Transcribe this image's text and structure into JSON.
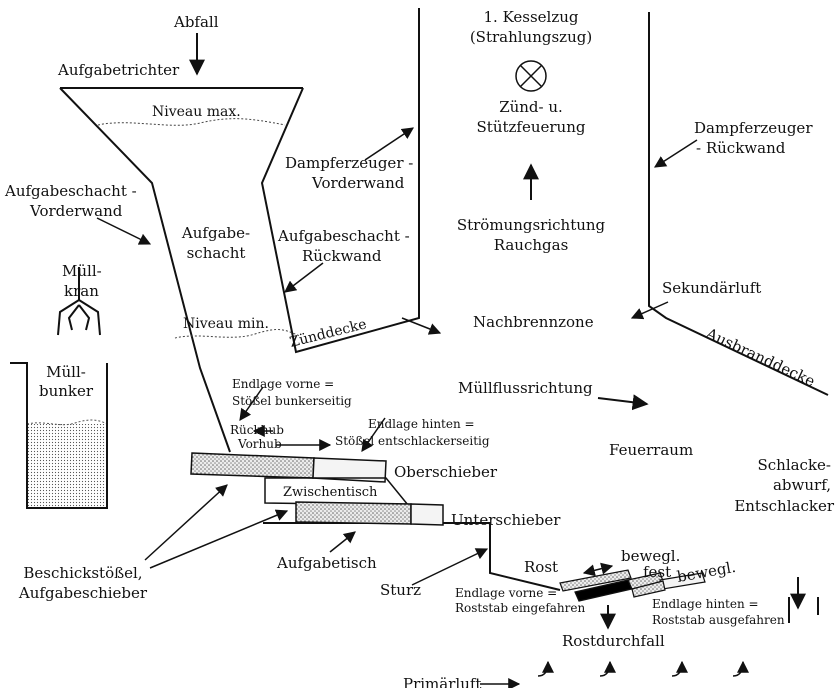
{
  "labels": {
    "abfall": "Abfall",
    "aufgabetrichter": "Aufgabetrichter",
    "niveau_max": "Niveau max.",
    "niveau_min": "Niveau min.",
    "kesselzug_1": "1. Kesselzug",
    "kesselzug_2": "(Strahlungszug)",
    "zuend_1": "Zünd- u.",
    "zuend_2": "Stützfeuerung",
    "dampf_rueck_1": "Dampferzeuger",
    "dampf_rueck_2": "- Rückwand",
    "dampf_vorder_1": "Dampferzeuger -",
    "dampf_vorder_2": "Vorderwand",
    "aufgabeschacht_vorder_1": "Aufgabeschacht -",
    "aufgabeschacht_vorder_2": "Vorderwand",
    "aufgabeschacht_1": "Aufgabe-",
    "aufgabeschacht_2": "schacht",
    "aufgabeschacht_rueck_1": "Aufgabeschacht -",
    "aufgabeschacht_rueck_2": "Rückwand",
    "stroemung_1": "Strömungsrichtung",
    "stroemung_2": "Rauchgas",
    "muellkran_1": "Müll-",
    "muellkran_2": "kran",
    "sekundaerluft": "Sekundärluft",
    "nachbrennzone": "Nachbrennzone",
    "zuenddecke": "Zünddecke",
    "ausbranddecke": "Ausbranddecke",
    "muellbunker_1": "Müll-",
    "muellbunker_2": "bunker",
    "endlage_vorne_1": "Endlage vorne =",
    "endlage_vorne_2": "Stößel bunkerseitig",
    "muellfluss": "Müllflussrichtung",
    "rueckhub": "Rückhub",
    "vorhub": "Vorhub",
    "endlage_hinten_1": "Endlage hinten =",
    "endlage_hinten_2": "Stößel entschlackerseitig",
    "feuerraum": "Feuerraum",
    "oberschieber": "Oberschieber",
    "zwischentisch": "Zwischentisch",
    "unterschieber": "Unterschieber",
    "schlacke_1": "Schlacke-",
    "schlacke_2": "abwurf,",
    "schlacke_3": "Entschlacker",
    "beschick_1": "Beschickstößel,",
    "beschick_2": "Aufgabeschieber",
    "aufgabetisch": "Aufgabetisch",
    "rost": "Rost",
    "bewegl_1": "bewegl.",
    "fest": "fest",
    "bewegl_2": "bewegl.",
    "sturz": "Sturz",
    "rost_vorne_1": "Endlage vorne =",
    "rost_vorne_2": "Roststab eingefahren",
    "rost_hinten_1": "Endlage hinten =",
    "rost_hinten_2": "Roststab ausgefahren",
    "rostdurchfall": "Rostdurchfall",
    "primaerluft": "Primärluft"
  },
  "colors": {
    "line": "#111111",
    "shaded_fill": "#c8c8c8",
    "light_fill": "#f4f4f4",
    "black_fill": "#000000"
  }
}
